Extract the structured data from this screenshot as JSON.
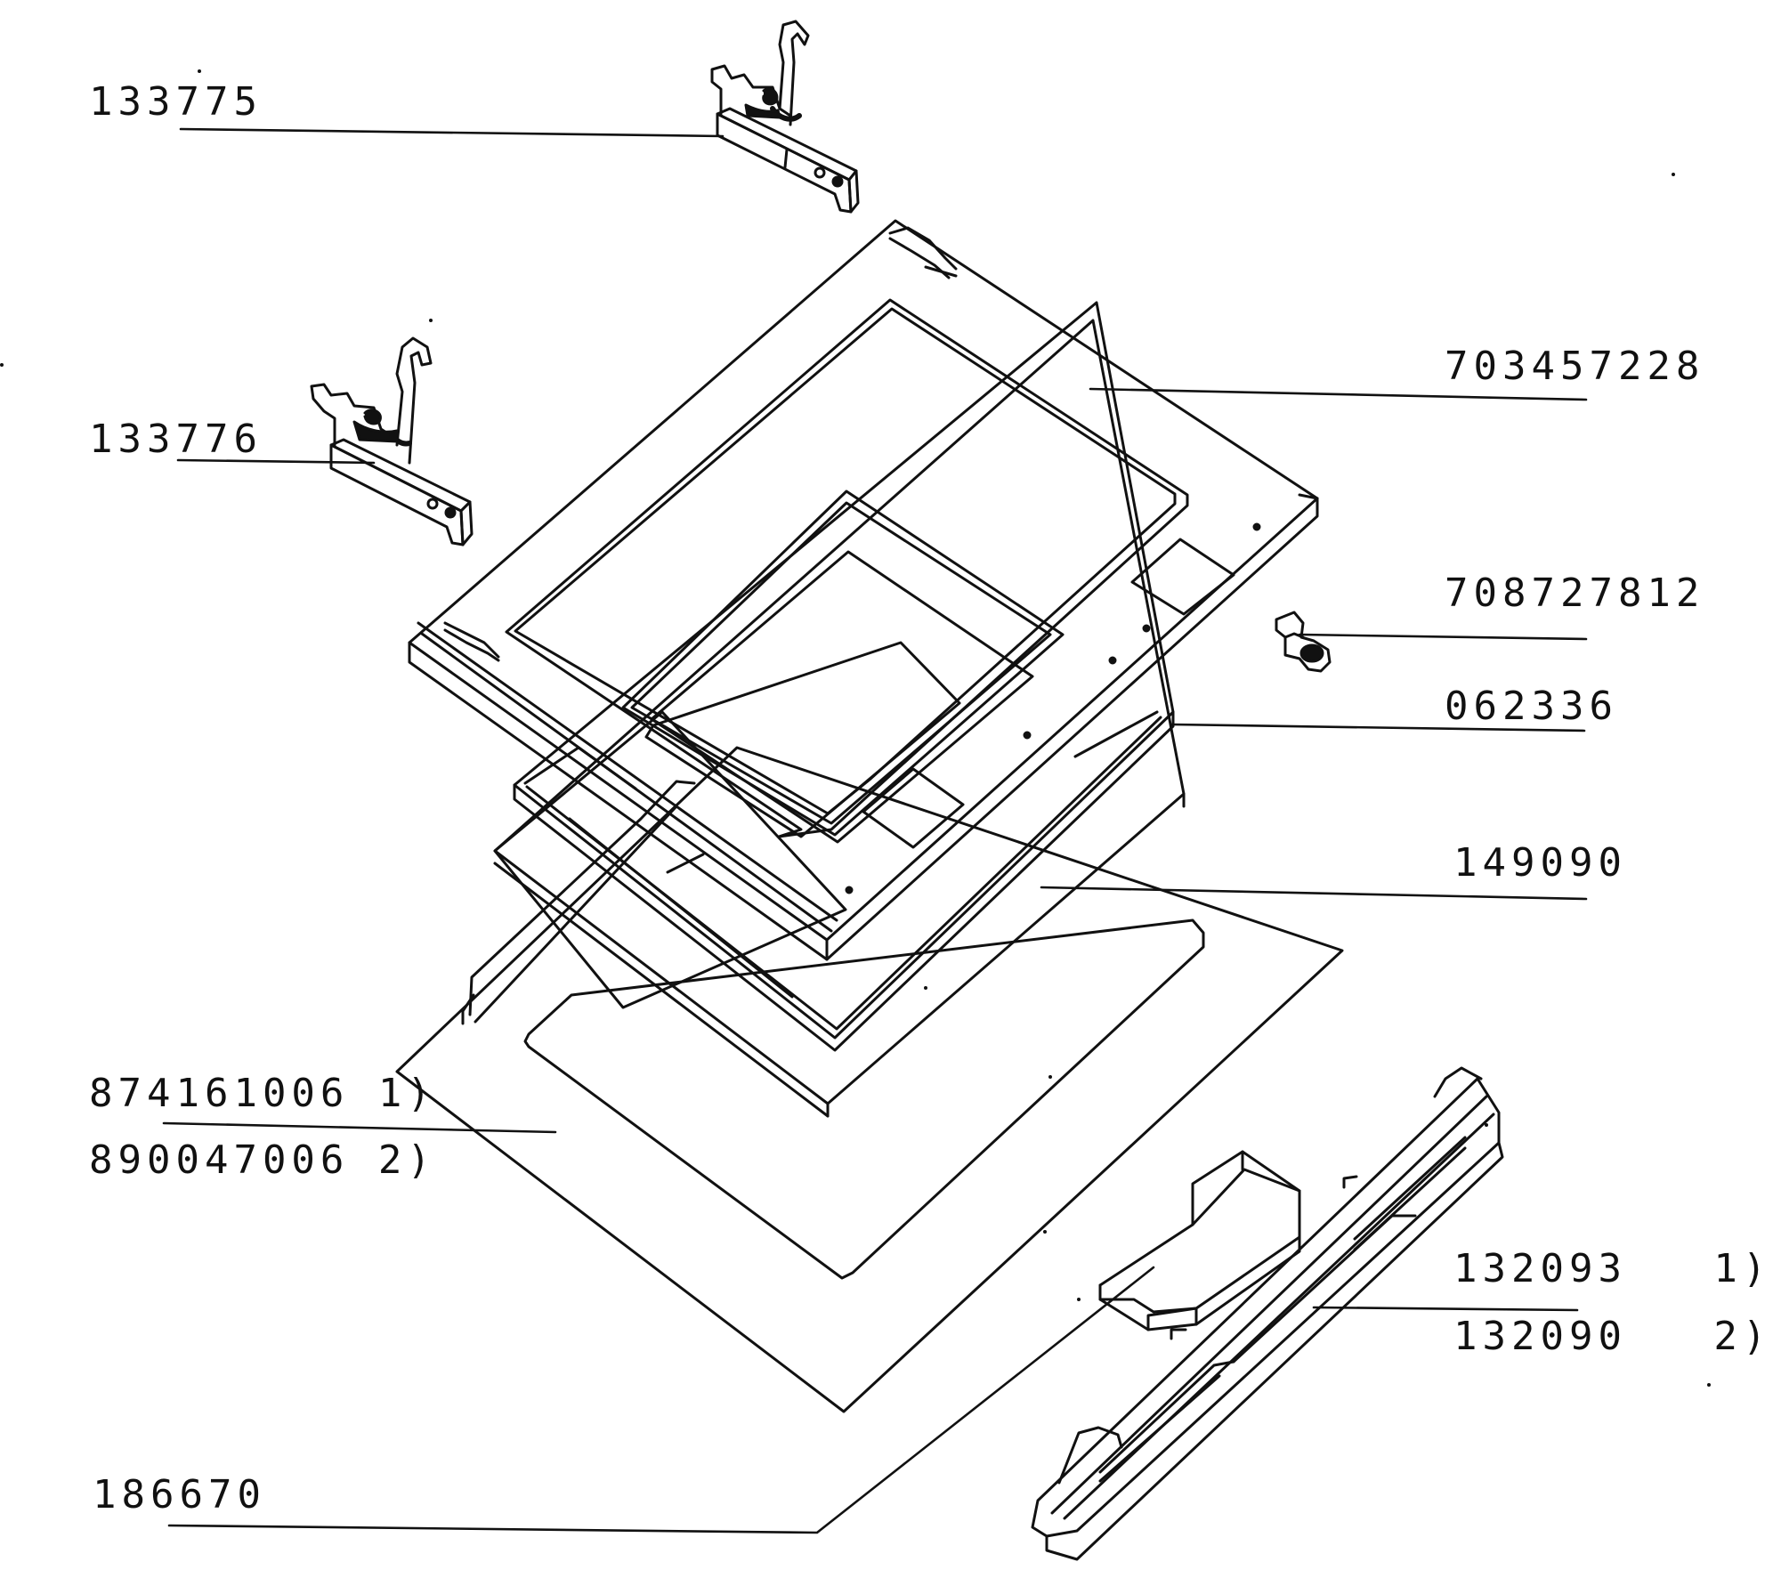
{
  "diagram": {
    "labels": {
      "hinge_left_top": "133775",
      "hinge_left_lower": "133776",
      "door_frame": "703457228",
      "screw_clip": "708727812",
      "inner_frame": "062336",
      "inner_glass": "149090",
      "outer_glass_1": "874161006 1)",
      "outer_glass_2": "890047006 2)",
      "handle_1": "132093   1)",
      "handle_2": "132090   2)",
      "spacer_block": "186670"
    },
    "line_color": "#111111",
    "background": "#ffffff"
  }
}
